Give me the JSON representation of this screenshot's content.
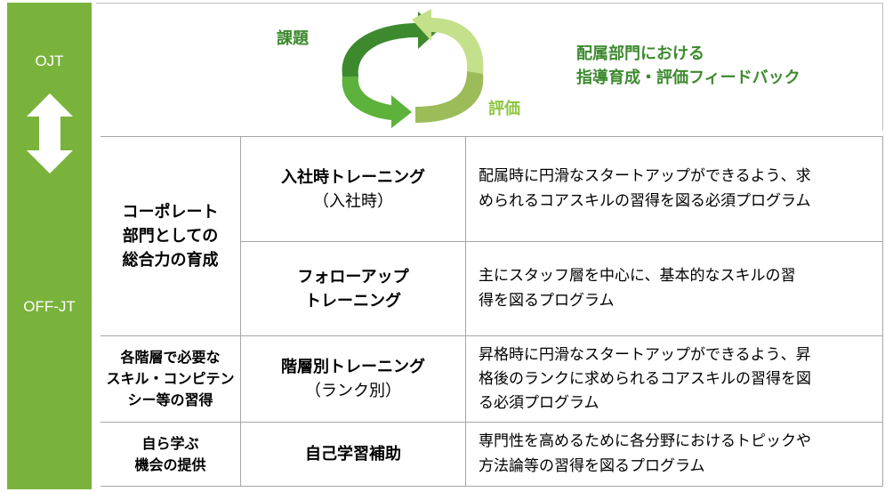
{
  "sidebar": {
    "ojt_label": "OJT",
    "offjt_label": "OFF-JT"
  },
  "ojt": {
    "cycle_label_1": "課題",
    "cycle_label_2": "評価",
    "description_line1": "配属部門における",
    "description_line2": "指導育成・評価フィードバック"
  },
  "rows": [
    {
      "category_lines": [
        "コーポレート",
        "部門としての",
        "総合力の育成"
      ],
      "programs": [
        {
          "name_lines": [
            "入社時トレーニング",
            "（入社時）"
          ],
          "desc_lines": [
            "配属時に円滑なスタートアップができるよう、求",
            "められるコアスキルの習得を図る必須プログラム"
          ]
        },
        {
          "name_lines": [
            "フォローアップ",
            "トレーニング"
          ],
          "desc_lines": [
            "主にスタッフ層を中心に、基本的なスキルの習",
            "得を図るプログラム"
          ]
        }
      ]
    },
    {
      "category_lines": [
        "各階層で必要な",
        "スキル・コンピテン",
        "シー等の習得"
      ],
      "programs": [
        {
          "name_lines": [
            "階層別トレーニング",
            "（ランク別）"
          ],
          "desc_lines": [
            "昇格時に円滑なスタートアップができるよう、昇",
            "格後のランクに求められるコアスキルの習得を図",
            "る必須プログラム"
          ]
        }
      ]
    },
    {
      "category_lines": [
        "自ら学ぶ",
        "機会の提供"
      ],
      "programs": [
        {
          "name_lines": [
            "自己学習補助"
          ],
          "desc_lines": [
            "専門性を高めるために各分野におけるトピックや",
            "方法論等の習得を図るプログラム"
          ]
        }
      ]
    }
  ],
  "colors": {
    "sidebar_green": "#7ab33c",
    "dark_green": "#3d8a2e",
    "light_green": "#8dc63f",
    "grid_gray": "#a6a6a6"
  }
}
